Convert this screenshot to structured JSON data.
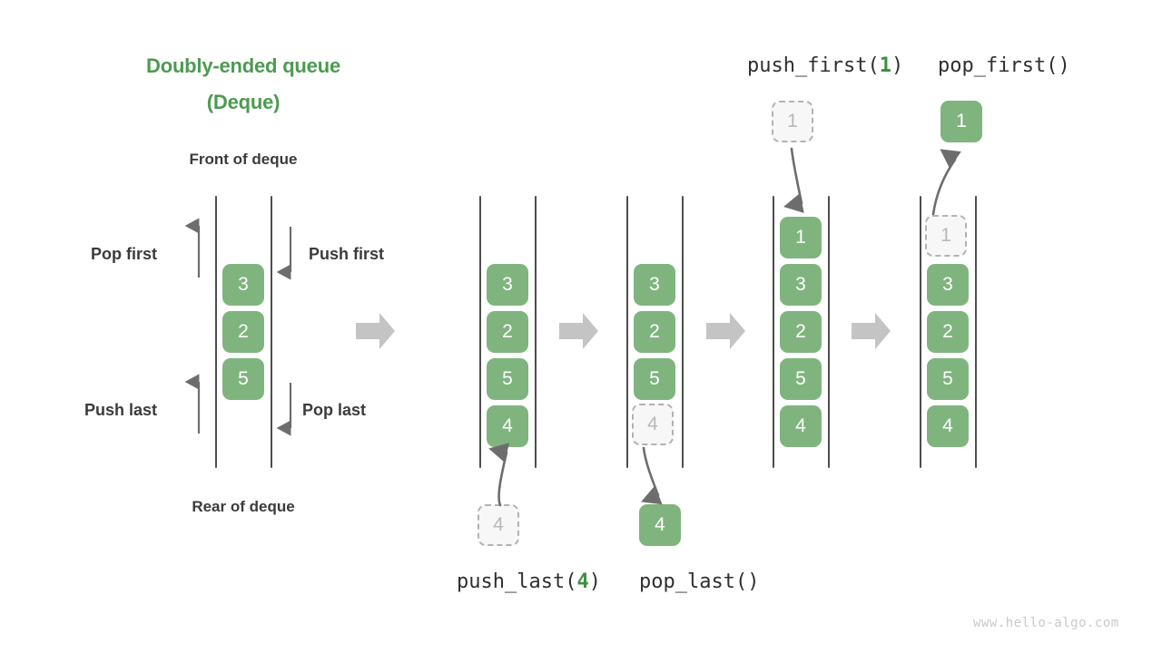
{
  "title": {
    "line1": "Doubly-ended queue",
    "line2": "(Deque)"
  },
  "labels": {
    "front_of_deque": "Front of deque",
    "rear_of_deque": "Rear of deque",
    "pop_first": "Pop first",
    "push_first": "Push first",
    "push_last": "Push last",
    "pop_last": "Pop last"
  },
  "operations": {
    "push_last": {
      "name": "push_last",
      "open": "(",
      "arg": "4",
      "close": ")"
    },
    "pop_last": {
      "name": "pop_last",
      "open": "(",
      "arg": "",
      "close": ")"
    },
    "push_first": {
      "name": "push_first",
      "open": "(",
      "arg": "1",
      "close": ")"
    },
    "pop_first": {
      "name": "pop_first",
      "open": "(",
      "arg": "",
      "close": ")"
    }
  },
  "watermark": "www.hello-algo.com",
  "colors": {
    "brand_green": "#4c9a51",
    "element_green": "#7fb47f",
    "arrow_gray": "#c4c4c4",
    "thin_arrow_gray": "#6d6d6d",
    "ghost_border": "#b2b2b2",
    "ghost_text": "#b8b8b8",
    "text_dark": "#3b3b3b",
    "rail": "#4d4d4d",
    "watermark": "#c9c9c9"
  },
  "chart_data": {
    "type": "diagram",
    "title": "Doubly-ended queue (Deque)",
    "columns": [
      {
        "id": "legend-deque",
        "caption": "Front of deque / Rear of deque",
        "elements": [
          "3",
          "2",
          "5"
        ],
        "ghost_top": null,
        "ghost_bottom": null
      },
      {
        "id": "after-push-last",
        "caption": "push_last(4)",
        "elements": [
          "3",
          "2",
          "5",
          "4"
        ],
        "ghost_top": null,
        "ghost_bottom": null,
        "incoming_element": "4"
      },
      {
        "id": "after-pop-last",
        "caption": "pop_last()",
        "elements": [
          "3",
          "2",
          "5"
        ],
        "ghost_bottom": "4",
        "outgoing_element": "4"
      },
      {
        "id": "after-push-first",
        "caption": "push_first(1)",
        "elements": [
          "1",
          "3",
          "2",
          "5",
          "4"
        ],
        "ghost_above": "1",
        "incoming_element": "1"
      },
      {
        "id": "after-pop-first",
        "caption": "pop_first()",
        "elements": [
          "3",
          "2",
          "5",
          "4"
        ],
        "ghost_top": "1",
        "outgoing_element": "1"
      }
    ]
  }
}
